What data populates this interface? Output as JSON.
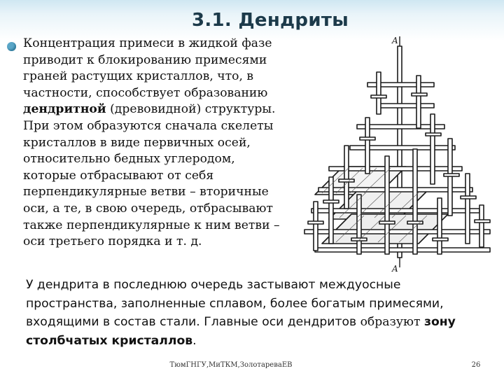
{
  "slide": {
    "title": "3.1. Дендриты",
    "para1": {
      "line1": "Концентрация примеси в жидкой фазе",
      "line2": "приводит к блокированию примесями",
      "line3": "граней растущих кристаллов, что, в",
      "line4": "частности, способствует образованию",
      "line5_bold": "дендритной",
      "line5_rest": " (древовидной) структуры.",
      "line6": "При этом образуются сначала скелеты",
      "line7": "кристаллов в виде первичных осей,",
      "line8": "относительно бедных углеродом,",
      "line9": "которые отбрасывают от себя",
      "line10": "перпендикулярные ветви – вторичные",
      "line11": "оси, а те, в свою очередь, отбрасывают",
      "line12": "также перпендикулярные к ним ветви –",
      "line13": "оси третьего порядка и т. д."
    },
    "para2": {
      "line1": "У дендрита в последнюю очередь застывают междуосные",
      "line2": "пространства, заполненные сплавом, более богатым примесями,",
      "line3_a": "входящими в состав стали. Главные оси дендритов ",
      "line3_b": "образуют ",
      "line3_c": "зону",
      "line4_bold": "столбчатых кристаллов",
      "line4_end": "."
    },
    "figure": {
      "label_top": "A",
      "label_bottom": "A"
    },
    "footer": {
      "credit": "ТюмГНГУ,МиТКМ,ЗолотареваЕВ",
      "page": "26"
    }
  }
}
